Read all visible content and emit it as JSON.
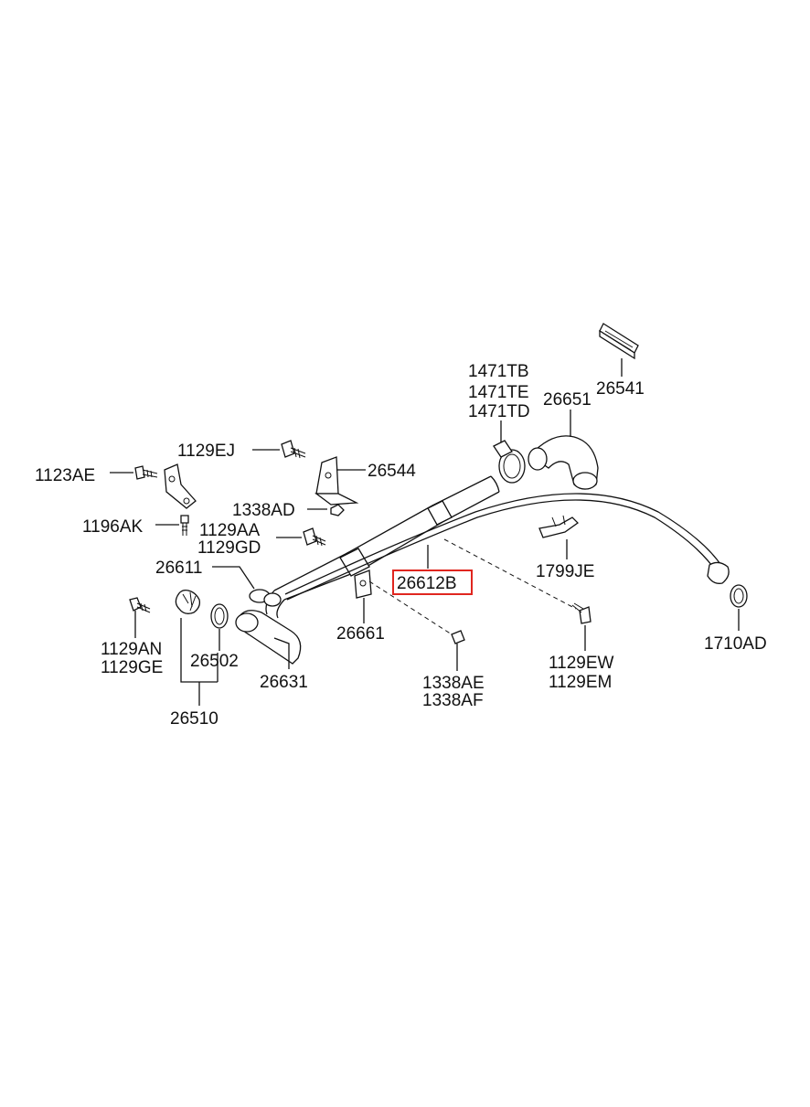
{
  "parts": {
    "p1471TB": "1471TB",
    "p1471TE": "1471TE",
    "p1471TD": "1471TD",
    "p26651": "26651",
    "p26541": "26541",
    "p1129EJ": "1129EJ",
    "p26544": "26544",
    "p1123AE": "1123AE",
    "p1338AD": "1338AD",
    "p1196AK": "1196AK",
    "p1129AA": "1129AA",
    "p1129GD": "1129GD",
    "p26611": "26611",
    "p26612B": "26612B",
    "p1799JE": "1799JE",
    "p1129AN": "1129AN",
    "p1129GE": "1129GE",
    "p26502": "26502",
    "p26661": "26661",
    "p26631": "26631",
    "p1338AE": "1338AE",
    "p1338AF": "1338AF",
    "p1129EW": "1129EW",
    "p1129EM": "1129EM",
    "p1710AD": "1710AD",
    "p26510": "26510"
  },
  "highlight": {
    "part": "26612B",
    "color": "#e0261f"
  }
}
